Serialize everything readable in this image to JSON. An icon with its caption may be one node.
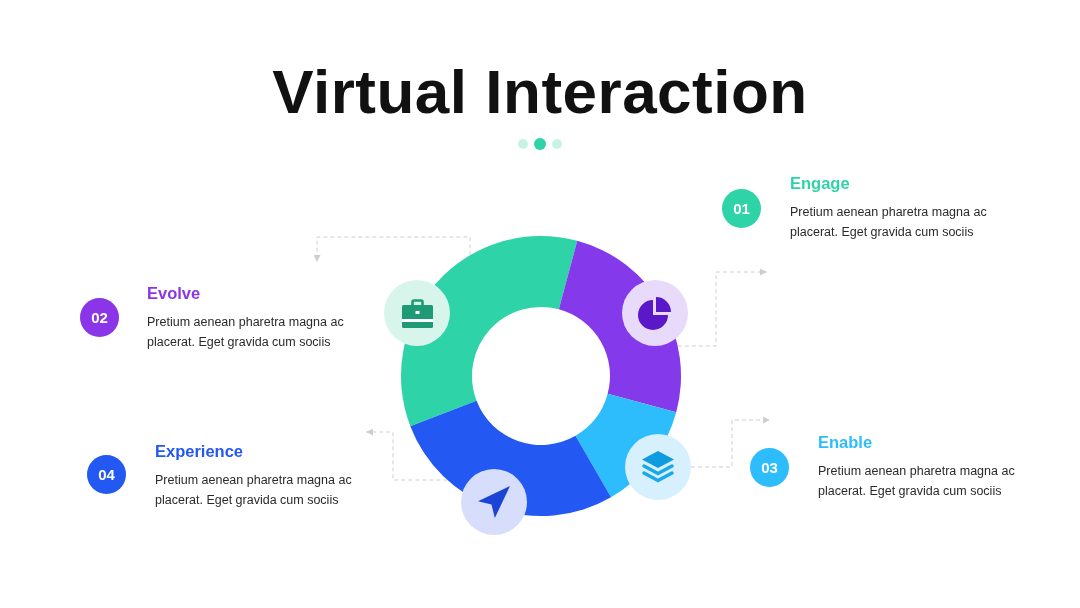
{
  "diagram": {
    "title": "Virtual Interaction",
    "nodes": [
      {
        "text": [
          "01"
        ],
        "beside": [
          "Engage",
          "Pretium aenean pharetra magna ac placerat. Eget gravida cum sociis"
        ]
      },
      {
        "text": [
          "02"
        ],
        "beside": [
          "Evolve",
          "Pretium aenean pharetra magna ac placerat. Eget gravida cum sociis"
        ]
      },
      {
        "text": [
          "03"
        ],
        "beside": [
          "Enable",
          "Pretium aenean pharetra magna ac placerat. Eget gravida cum sociis"
        ]
      },
      {
        "text": [
          "04"
        ],
        "beside": [
          "Experience",
          "Pretium aenean pharetra magna ac placerat. Eget gravida cum sociis"
        ]
      },
      {
        "text": [],
        "shape": "circle"
      },
      {
        "text": [],
        "shape": "circle"
      },
      {
        "text": [],
        "shape": "circle"
      },
      {
        "text": [],
        "shape": "circle"
      },
      {
        "text": [],
        "shape": "circle"
      }
    ],
    "edges": [
      {
        "from": 4,
        "to": null,
        "arrow": "to",
        "style": "dashed"
      },
      {
        "from": 4,
        "to": 1,
        "arrow": "to",
        "style": "dashed"
      },
      {
        "from": 4,
        "to": 3,
        "arrow": "to",
        "style": "dashed"
      },
      {
        "from": 7,
        "to": null,
        "arrow": "to",
        "style": "dashed"
      }
    ]
  }
}
